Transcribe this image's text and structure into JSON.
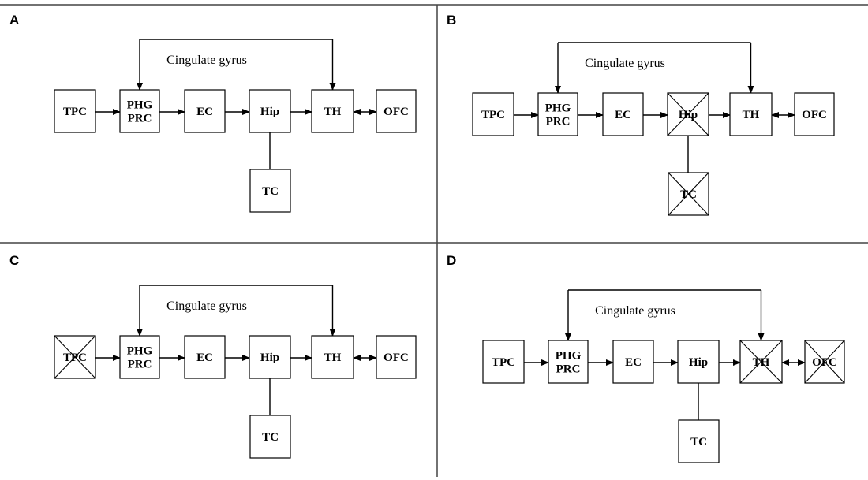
{
  "figure": {
    "panels": [
      {
        "label": "A",
        "cingulate_label": "Cingulate gyrus",
        "nodes": [
          {
            "id": "TPC",
            "label": "TPC",
            "lesioned": false
          },
          {
            "id": "PHG",
            "label": "PHG\nPRC",
            "lesioned": false
          },
          {
            "id": "EC",
            "label": "EC",
            "lesioned": false
          },
          {
            "id": "Hip",
            "label": "Hip",
            "lesioned": false
          },
          {
            "id": "TH",
            "label": "TH",
            "lesioned": false
          },
          {
            "id": "OFC",
            "label": "OFC",
            "lesioned": false
          },
          {
            "id": "TC",
            "label": "TC",
            "lesioned": false
          }
        ]
      },
      {
        "label": "B",
        "cingulate_label": "Cingulate gyrus",
        "nodes": [
          {
            "id": "TPC",
            "label": "TPC",
            "lesioned": false
          },
          {
            "id": "PHG",
            "label": "PHG\nPRC",
            "lesioned": false
          },
          {
            "id": "EC",
            "label": "EC",
            "lesioned": false
          },
          {
            "id": "Hip",
            "label": "Hip",
            "lesioned": true
          },
          {
            "id": "TH",
            "label": "TH",
            "lesioned": false
          },
          {
            "id": "OFC",
            "label": "OFC",
            "lesioned": false
          },
          {
            "id": "TC",
            "label": "TC",
            "lesioned": true
          }
        ]
      },
      {
        "label": "C",
        "cingulate_label": "Cingulate gyrus",
        "nodes": [
          {
            "id": "TPC",
            "label": "TPC",
            "lesioned": true
          },
          {
            "id": "PHG",
            "label": "PHG\nPRC",
            "lesioned": false
          },
          {
            "id": "EC",
            "label": "EC",
            "lesioned": false
          },
          {
            "id": "Hip",
            "label": "Hip",
            "lesioned": false
          },
          {
            "id": "TH",
            "label": "TH",
            "lesioned": false
          },
          {
            "id": "OFC",
            "label": "OFC",
            "lesioned": false
          },
          {
            "id": "TC",
            "label": "TC",
            "lesioned": false
          }
        ]
      },
      {
        "label": "D",
        "cingulate_label": "Cingulate gyrus",
        "nodes": [
          {
            "id": "TPC",
            "label": "TPC",
            "lesioned": false
          },
          {
            "id": "PHG",
            "label": "PHG\nPRC",
            "lesioned": false
          },
          {
            "id": "EC",
            "label": "EC",
            "lesioned": false
          },
          {
            "id": "Hip",
            "label": "Hip",
            "lesioned": false
          },
          {
            "id": "TH",
            "label": "TH",
            "lesioned": true
          },
          {
            "id": "OFC",
            "label": "OFC",
            "lesioned": true
          },
          {
            "id": "TC",
            "label": "TC",
            "lesioned": false
          }
        ]
      }
    ],
    "edges": [
      {
        "from": "TPC",
        "to": "PHG",
        "type": "arrow"
      },
      {
        "from": "PHG",
        "to": "EC",
        "type": "arrow"
      },
      {
        "from": "EC",
        "to": "Hip",
        "type": "arrow"
      },
      {
        "from": "Hip",
        "to": "TH",
        "type": "arrow"
      },
      {
        "from": "TH",
        "to": "OFC",
        "type": "double-arrow"
      },
      {
        "from": "Hip",
        "to": "TC",
        "type": "line"
      },
      {
        "from": "PHG",
        "to": "TH",
        "type": "cingulate-loop"
      }
    ]
  }
}
